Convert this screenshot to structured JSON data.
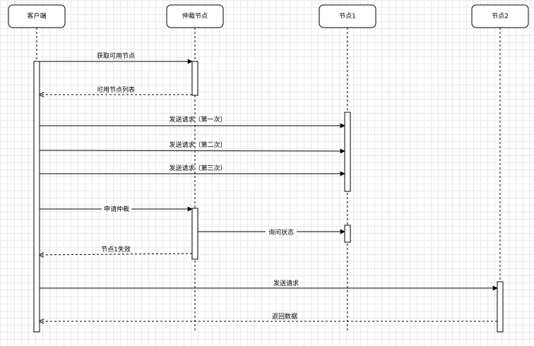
{
  "participants": [
    {
      "id": "p-client",
      "label": "客户端"
    },
    {
      "id": "p-arbiter",
      "label": "仲裁节点"
    },
    {
      "id": "p-node1",
      "label": "节点1"
    },
    {
      "id": "p-node2",
      "label": "节点2"
    }
  ],
  "messages": [
    {
      "label": "获取可用节点",
      "from": "p-client",
      "to": "p-arbiter",
      "style": "solid"
    },
    {
      "label": "可用节点列表",
      "from": "p-arbiter",
      "to": "p-client",
      "style": "dashed"
    },
    {
      "label": "发送请求（第一次）",
      "from": "p-client",
      "to": "p-node1",
      "style": "solid"
    },
    {
      "label": "发送请求（第二次）",
      "from": "p-client",
      "to": "p-node1",
      "style": "solid"
    },
    {
      "label": "发送请求（第三次）",
      "from": "p-client",
      "to": "p-node1",
      "style": "solid"
    },
    {
      "label": "申请仲裁",
      "from": "p-client",
      "to": "p-arbiter",
      "style": "solid"
    },
    {
      "label": "询问状态",
      "from": "p-arbiter",
      "to": "p-node1",
      "style": "solid"
    },
    {
      "label": "节点1失效",
      "from": "p-arbiter",
      "to": "p-client",
      "style": "dashed"
    },
    {
      "label": "发送请求",
      "from": "p-client",
      "to": "p-node2",
      "style": "solid"
    },
    {
      "label": "返回数据",
      "from": "p-node2",
      "to": "p-client",
      "style": "dashed"
    }
  ],
  "colors": {
    "line": "#000000",
    "box_fill": "#ffffff",
    "grid": "#e9e9e9"
  }
}
